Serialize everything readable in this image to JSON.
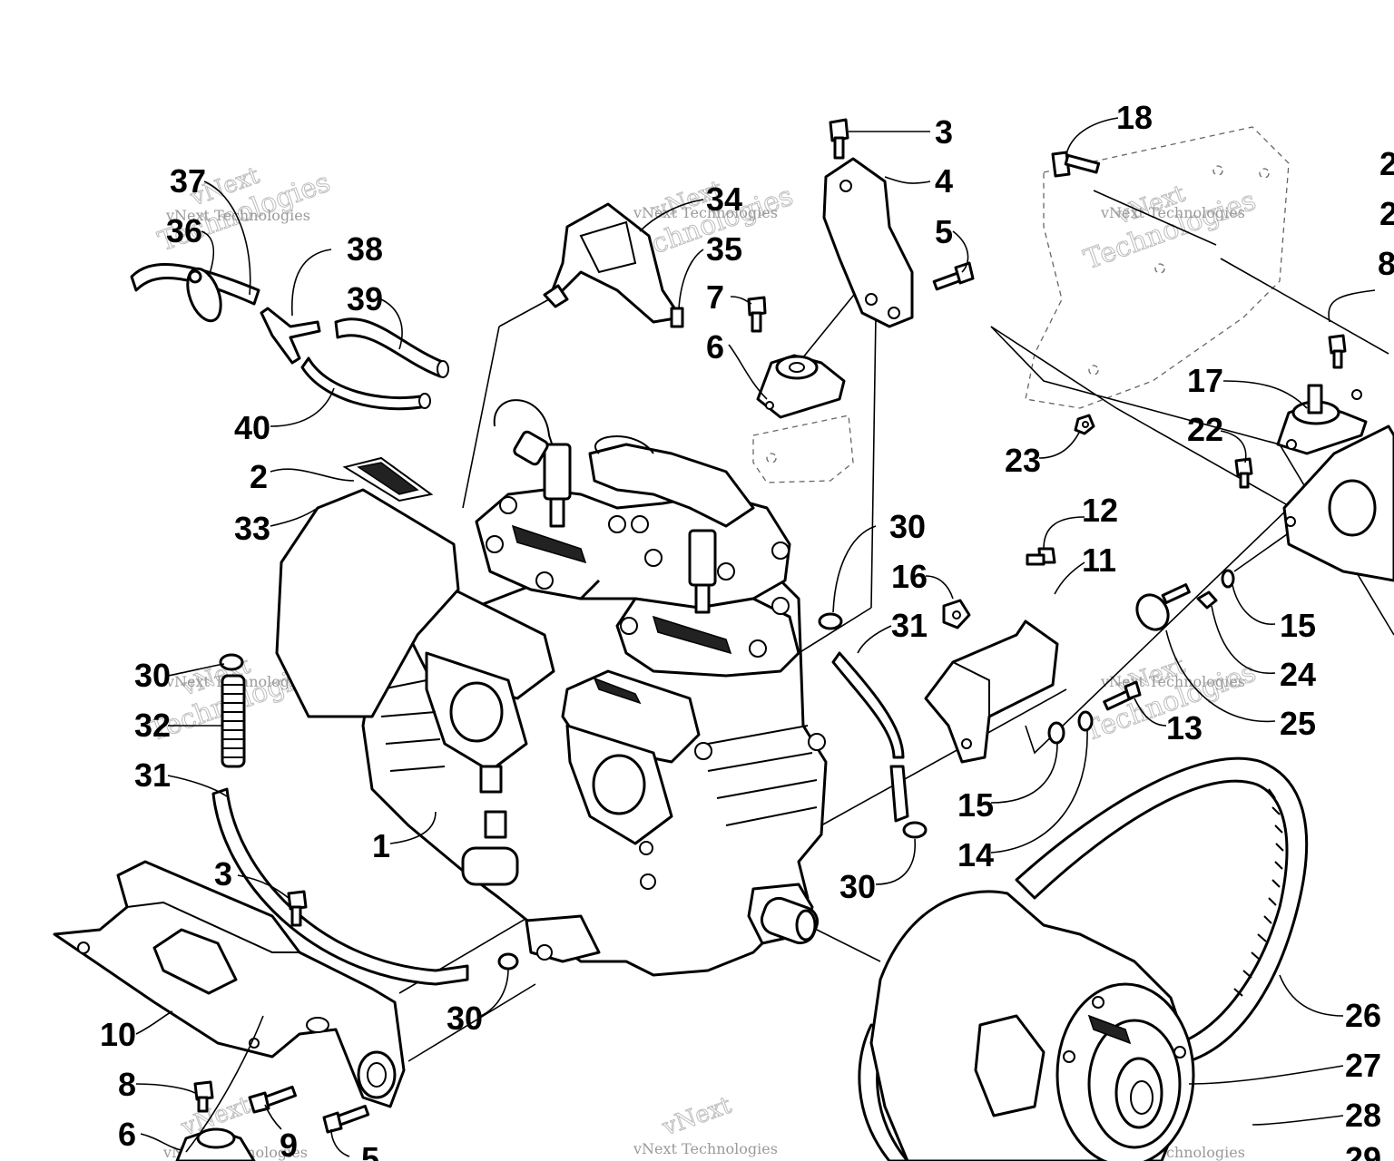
{
  "watermark": {
    "line1": "vNext",
    "line2": "Technologies",
    "small": "vNext Technologies"
  },
  "callouts": [
    {
      "label": "1"
    },
    {
      "label": "2"
    },
    {
      "label": "3"
    },
    {
      "label": "4"
    },
    {
      "label": "5"
    },
    {
      "label": "6"
    },
    {
      "label": "7"
    },
    {
      "label": "3"
    },
    {
      "label": "18"
    },
    {
      "label": "2"
    },
    {
      "label": "2"
    },
    {
      "label": "8"
    },
    {
      "label": "17"
    },
    {
      "label": "22"
    },
    {
      "label": "23"
    },
    {
      "label": "12"
    },
    {
      "label": "11"
    },
    {
      "label": "16"
    },
    {
      "label": "15"
    },
    {
      "label": "24"
    },
    {
      "label": "25"
    },
    {
      "label": "13"
    },
    {
      "label": "15"
    },
    {
      "label": "14"
    },
    {
      "label": "30"
    },
    {
      "label": "31"
    },
    {
      "label": "30"
    },
    {
      "label": "26"
    },
    {
      "label": "27"
    },
    {
      "label": "28"
    },
    {
      "label": "29"
    },
    {
      "label": "37"
    },
    {
      "label": "36"
    },
    {
      "label": "38"
    },
    {
      "label": "39"
    },
    {
      "label": "40"
    },
    {
      "label": "34"
    },
    {
      "label": "35"
    },
    {
      "label": "33"
    },
    {
      "label": "30"
    },
    {
      "label": "32"
    },
    {
      "label": "31"
    },
    {
      "label": "10"
    },
    {
      "label": "8"
    },
    {
      "label": "6"
    },
    {
      "label": "9"
    },
    {
      "label": "5"
    },
    {
      "label": "30"
    }
  ]
}
